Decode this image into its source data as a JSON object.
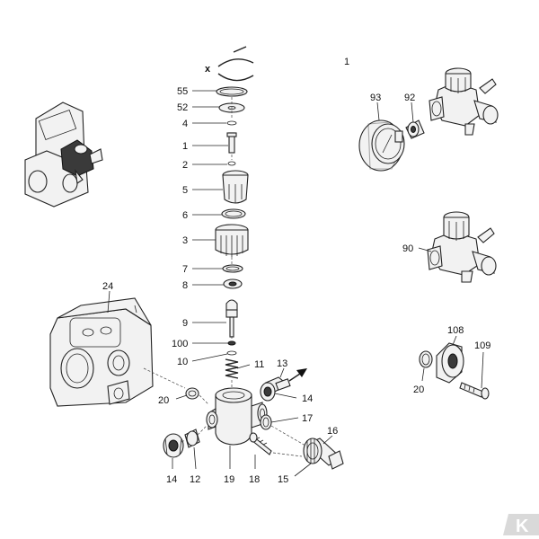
{
  "labels": {
    "l55": "55",
    "l52": "52",
    "l4": "4",
    "l1": "1",
    "l2": "2",
    "l5": "5",
    "l6": "6",
    "l3": "3",
    "l7": "7",
    "l8": "8",
    "l9": "9",
    "l100": "100",
    "l10": "10",
    "l11": "11",
    "l13": "13",
    "l14a": "14",
    "l17": "17",
    "l16": "16",
    "l15": "15",
    "l18": "18",
    "l19": "19",
    "l12": "12",
    "l14b": "14",
    "l20a": "20",
    "l24": "24",
    "l93": "93",
    "l92": "92",
    "l90": "90",
    "l108": "108",
    "l109": "109",
    "l20b": "20",
    "l1top": "1"
  },
  "logo": "K"
}
